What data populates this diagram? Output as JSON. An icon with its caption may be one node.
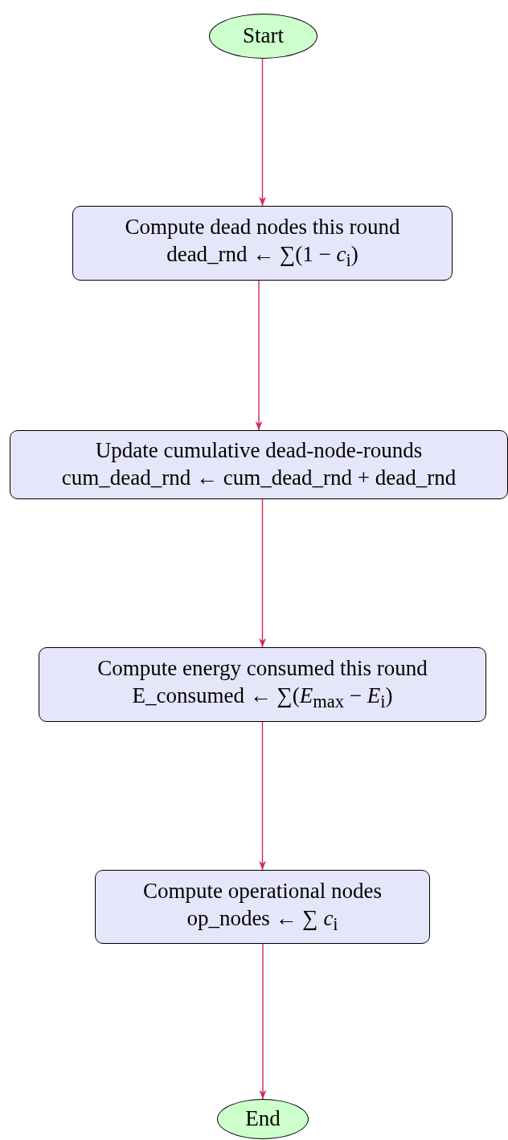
{
  "diagram": {
    "nodes": [
      {
        "text": [
          "Start"
        ]
      },
      {
        "text": [
          "Compute dead nodes this round",
          "dead_rnd ← ∑(1 − *c*$_{i}$)"
        ]
      },
      {
        "text": [
          "Update cumulative dead-node-rounds",
          "cum_dead_rnd ← cum_dead_rnd + dead_rnd"
        ]
      },
      {
        "text": [
          "Compute energy consumed this round",
          "E_consumed ← ∑(*E*$_{max}$ − *E*$_{i}$)"
        ]
      },
      {
        "text": [
          "Compute operational nodes",
          "op_nodes ← ∑ *c*$_{i}$"
        ]
      },
      {
        "text": [
          "End"
        ]
      }
    ],
    "edges": [
      {
        "from": 0,
        "to": 1,
        "arrow": "to"
      },
      {
        "from": 1,
        "to": 2,
        "arrow": "to"
      },
      {
        "from": 2,
        "to": 3,
        "arrow": "to"
      },
      {
        "from": 3,
        "to": 4,
        "arrow": "to"
      },
      {
        "from": 4,
        "to": 5,
        "arrow": "to"
      }
    ]
  }
}
